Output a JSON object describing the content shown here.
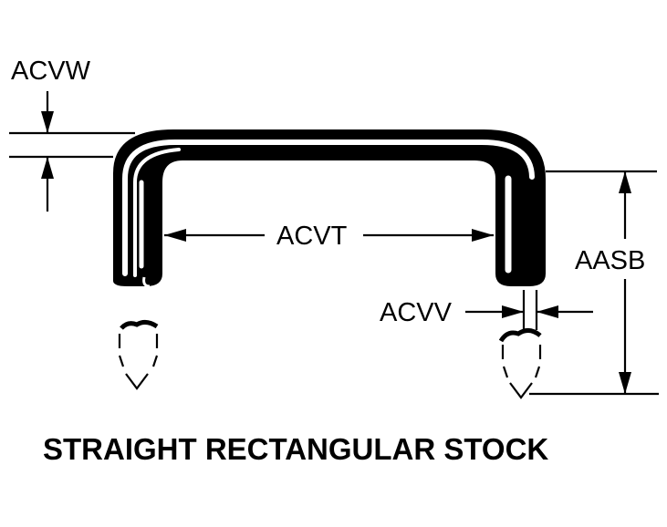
{
  "diagram": {
    "title": "STRAIGHT RECTANGULAR STOCK",
    "labels": {
      "acvw": "ACVW",
      "acvt": "ACVT",
      "aasb": "AASB",
      "acvv": "ACVV"
    },
    "colors": {
      "ink": "#000000",
      "background": "#ffffff"
    }
  }
}
